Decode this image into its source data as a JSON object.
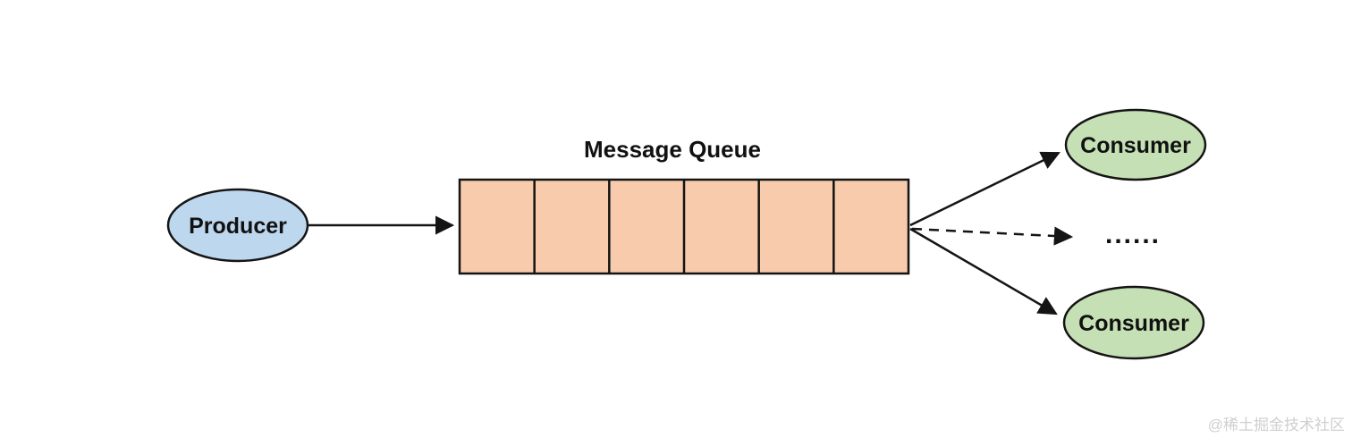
{
  "diagram": {
    "title": "Message Queue",
    "producer": {
      "label": "Producer"
    },
    "queue": {
      "cells": 6
    },
    "consumers": {
      "top_label": "Consumer",
      "bottom_label": "Consumer"
    },
    "ellipsis": "......",
    "watermark": "@稀土掘金技术社区"
  },
  "colors": {
    "background": "#FFFFFF",
    "producer_fill": "#BDD7EE",
    "queue_fill": "#F8CBAD",
    "consumer_fill": "#C5E0B4",
    "stroke": "#141414",
    "watermark": "#CFCFCF"
  }
}
